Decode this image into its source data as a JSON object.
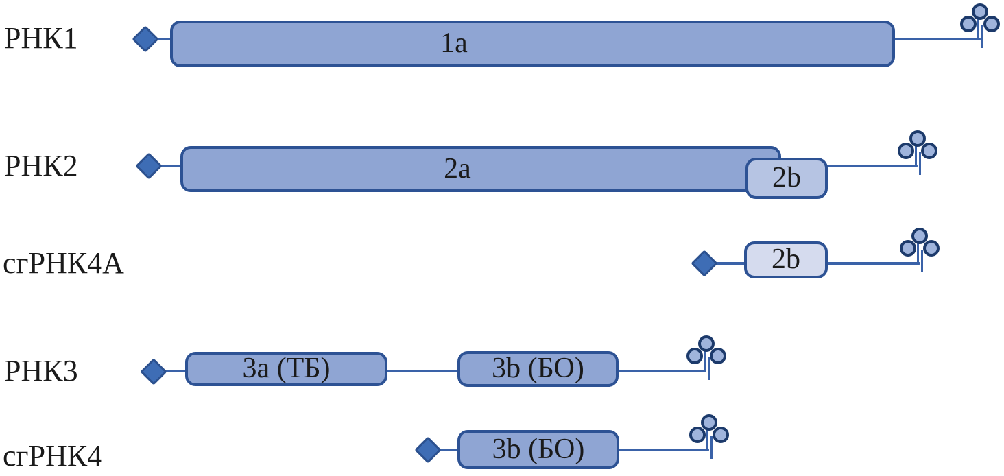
{
  "figure_type": "rna-genome-organization-diagram",
  "palette": {
    "orf_fill": "#8fa5d3",
    "orf_fill_light": "#b6c4e3",
    "orf_fill_lighter": "#d5dbee",
    "orf_border": "#2d5294",
    "line": "#3a62a8",
    "diamond_fill": "#3e6db5",
    "diamond_border": "#2c518f",
    "clover_fill": "#9fb4dc",
    "clover_border": "#1c3a6b",
    "text": "#1a1a1a",
    "background": "#ffffff"
  },
  "icons": {
    "five_prime_cap": "cap-diamond-icon",
    "three_prime_end": "trna-cloverleaf-icon"
  },
  "rows": [
    {
      "label": "РНК1",
      "orfs": [
        {
          "label": "1a"
        }
      ]
    },
    {
      "label": "РНК2",
      "orfs": [
        {
          "label": "2a"
        },
        {
          "label": "2b"
        }
      ]
    },
    {
      "label": "сгРНК4А",
      "orfs": [
        {
          "label": "2b"
        }
      ]
    },
    {
      "label": "РНК3",
      "orfs": [
        {
          "label": "3a (ТБ)"
        },
        {
          "label": "3b (БО)"
        }
      ]
    },
    {
      "label": "сгРНК4",
      "orfs": [
        {
          "label": "3b (БО)"
        }
      ]
    }
  ]
}
